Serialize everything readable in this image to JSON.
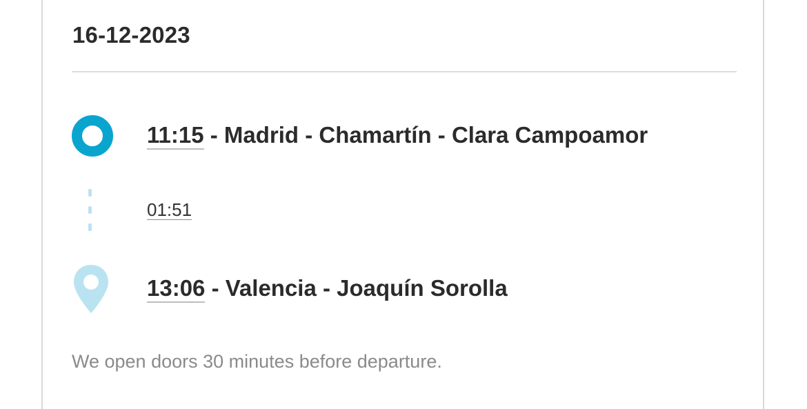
{
  "journey": {
    "date": "16-12-2023",
    "origin": {
      "time": "11:15",
      "separator": " - ",
      "station": "Madrid - Chamartín - Clara Campoamor",
      "icon": "origin-circle-icon"
    },
    "duration": "01:51",
    "destination": {
      "time": "13:06",
      "separator": " - ",
      "station": "Valencia - Joaquín Sorolla",
      "icon": "map-pin-icon"
    },
    "note": "We open doors 30 minutes before departure."
  },
  "colors": {
    "accent": "#0aa5cf",
    "accent_light": "#b9e3f1",
    "text_dark": "#2b2b2b",
    "text_muted": "#8a8a8a",
    "divider": "#dcdcdc"
  }
}
